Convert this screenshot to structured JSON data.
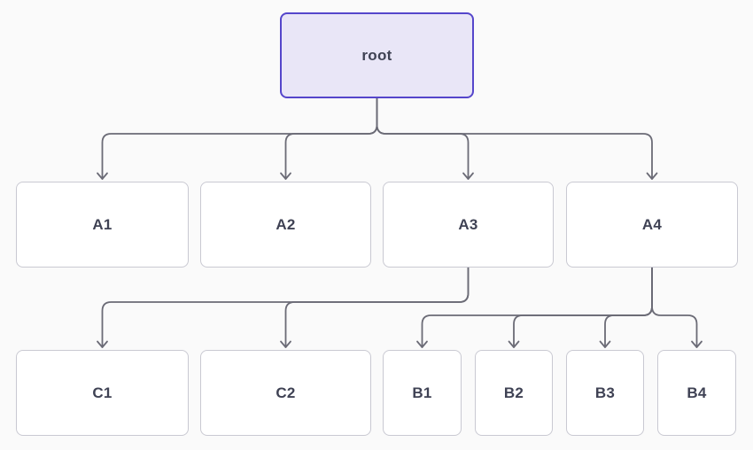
{
  "diagram": {
    "title": "tree-diagram",
    "nodes": [
      {
        "id": "root",
        "label": "root",
        "type": "root"
      },
      {
        "id": "A1",
        "label": "A1",
        "type": "default"
      },
      {
        "id": "A2",
        "label": "A2",
        "type": "default"
      },
      {
        "id": "A3",
        "label": "A3",
        "type": "default"
      },
      {
        "id": "A4",
        "label": "A4",
        "type": "default"
      },
      {
        "id": "C1",
        "label": "C1",
        "type": "default"
      },
      {
        "id": "C2",
        "label": "C2",
        "type": "default"
      },
      {
        "id": "B1",
        "label": "B1",
        "type": "default"
      },
      {
        "id": "B2",
        "label": "B2",
        "type": "default"
      },
      {
        "id": "B3",
        "label": "B3",
        "type": "default"
      },
      {
        "id": "B4",
        "label": "B4",
        "type": "default"
      }
    ],
    "edges": [
      {
        "from": "root",
        "to": "A1"
      },
      {
        "from": "root",
        "to": "A2"
      },
      {
        "from": "root",
        "to": "A3"
      },
      {
        "from": "root",
        "to": "A4"
      },
      {
        "from": "A3",
        "to": "C1"
      },
      {
        "from": "A3",
        "to": "C2"
      },
      {
        "from": "A4",
        "to": "B1"
      },
      {
        "from": "A4",
        "to": "B2"
      },
      {
        "from": "A4",
        "to": "B3"
      },
      {
        "from": "A4",
        "to": "B4"
      }
    ],
    "colors": {
      "background": "#fafafa",
      "node_fill": "#ffffff",
      "node_border": "#c9c9d2",
      "root_fill": "#e9e6f7",
      "root_border": "#5546cb",
      "edge": "#6b6b76",
      "label": "#3f4254"
    }
  }
}
